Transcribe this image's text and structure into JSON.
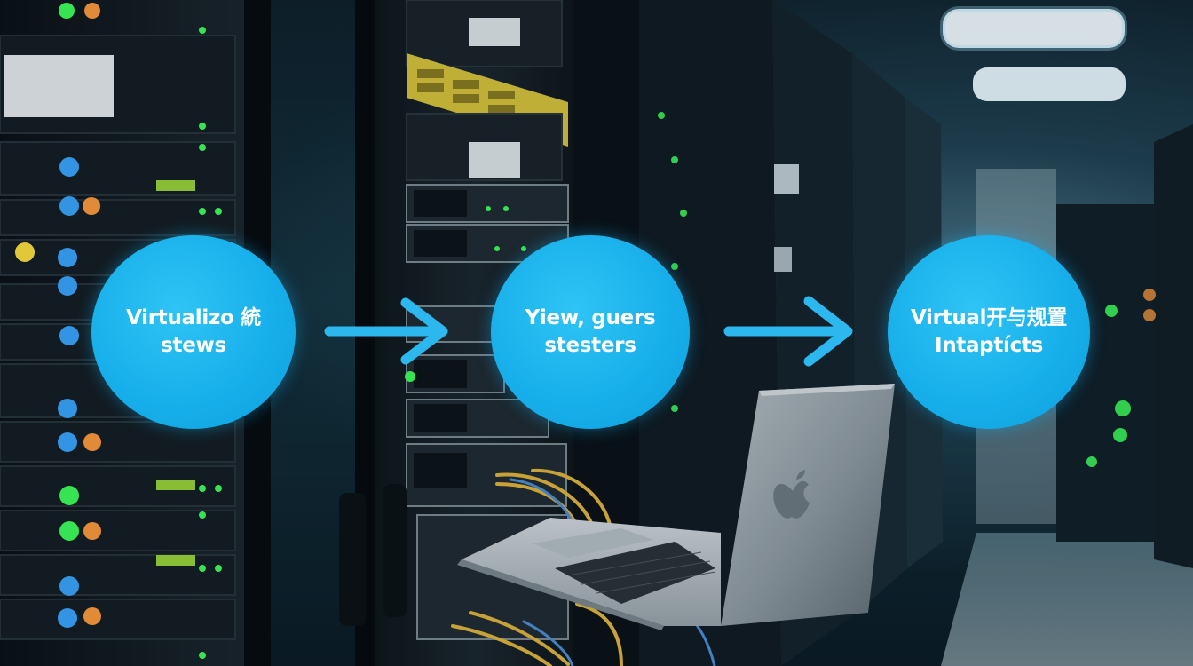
{
  "flow": {
    "steps": [
      {
        "line1": "Virtualizo 統",
        "line2": "stews"
      },
      {
        "line1": "Yiew, guers",
        "line2": "stesters"
      },
      {
        "line1": "Virtual开与规置",
        "line2": "Intaptícts"
      }
    ],
    "colors": {
      "node": "#16aeea",
      "arrow": "#2cb8ee",
      "led_green": "#3cff5a",
      "led_blue": "#39a6ff",
      "led_orange": "#ff9a3c",
      "patch_panel_yellow": "#d9c43a"
    }
  },
  "scene": {
    "icons": [
      "server-rack",
      "laptop",
      "apple-logo",
      "ceiling-light",
      "network-cable"
    ]
  }
}
